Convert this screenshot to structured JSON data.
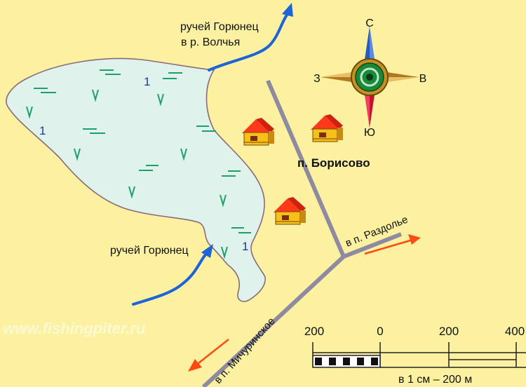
{
  "labels": {
    "stream_top_line1": "ручей Горюнец",
    "stream_top_line2": "в р. Волчья",
    "stream_bottom": "ручей Горюнец",
    "village": "п. Борисово",
    "road_east": "в п. Раздолье",
    "road_southwest": "в п. Мичуринское",
    "watermark": "www.fishingpiter.ru",
    "depth_mark": "1"
  },
  "compass": {
    "north": "С",
    "south": "Ю",
    "west": "З",
    "east": "В"
  },
  "scale": {
    "ticks": [
      "200",
      "0",
      "200",
      "400"
    ],
    "caption": "в 1 см – 200 м"
  },
  "colors": {
    "background": "#fbf1a0",
    "lake": "#dff2ec",
    "lake_outline": "#8a6a78",
    "road": "#8e8aa0",
    "stream": "#1e63d8",
    "arrow": "#ff4a10",
    "marsh": "#1ea06a",
    "house_roof": "#ff3a1a",
    "house_wall": "#f6c018"
  }
}
